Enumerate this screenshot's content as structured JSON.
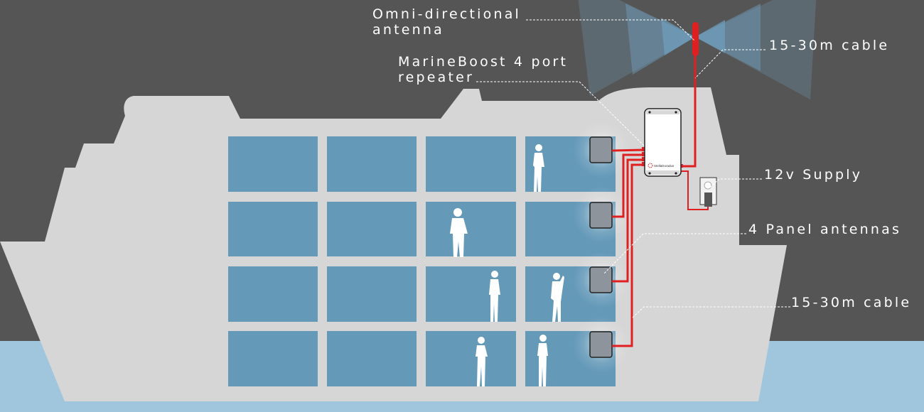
{
  "labels": {
    "omni_line1": "Omni-directional",
    "omni_line2": "antenna",
    "repeater_line1": "MarineBoost 4 port",
    "repeater_line2": "repeater",
    "cable_top": "15-30m cable",
    "supply": "12v Supply",
    "panels": "4 Panel antennas",
    "cable_bottom": "15-30m cable"
  },
  "repeater_logo": "StellaDoradus",
  "colors": {
    "sky": "#555555",
    "water": "#9fc6dc",
    "ship": "#d6d6d6",
    "window": "#6499b8",
    "cable": "#e02020"
  }
}
